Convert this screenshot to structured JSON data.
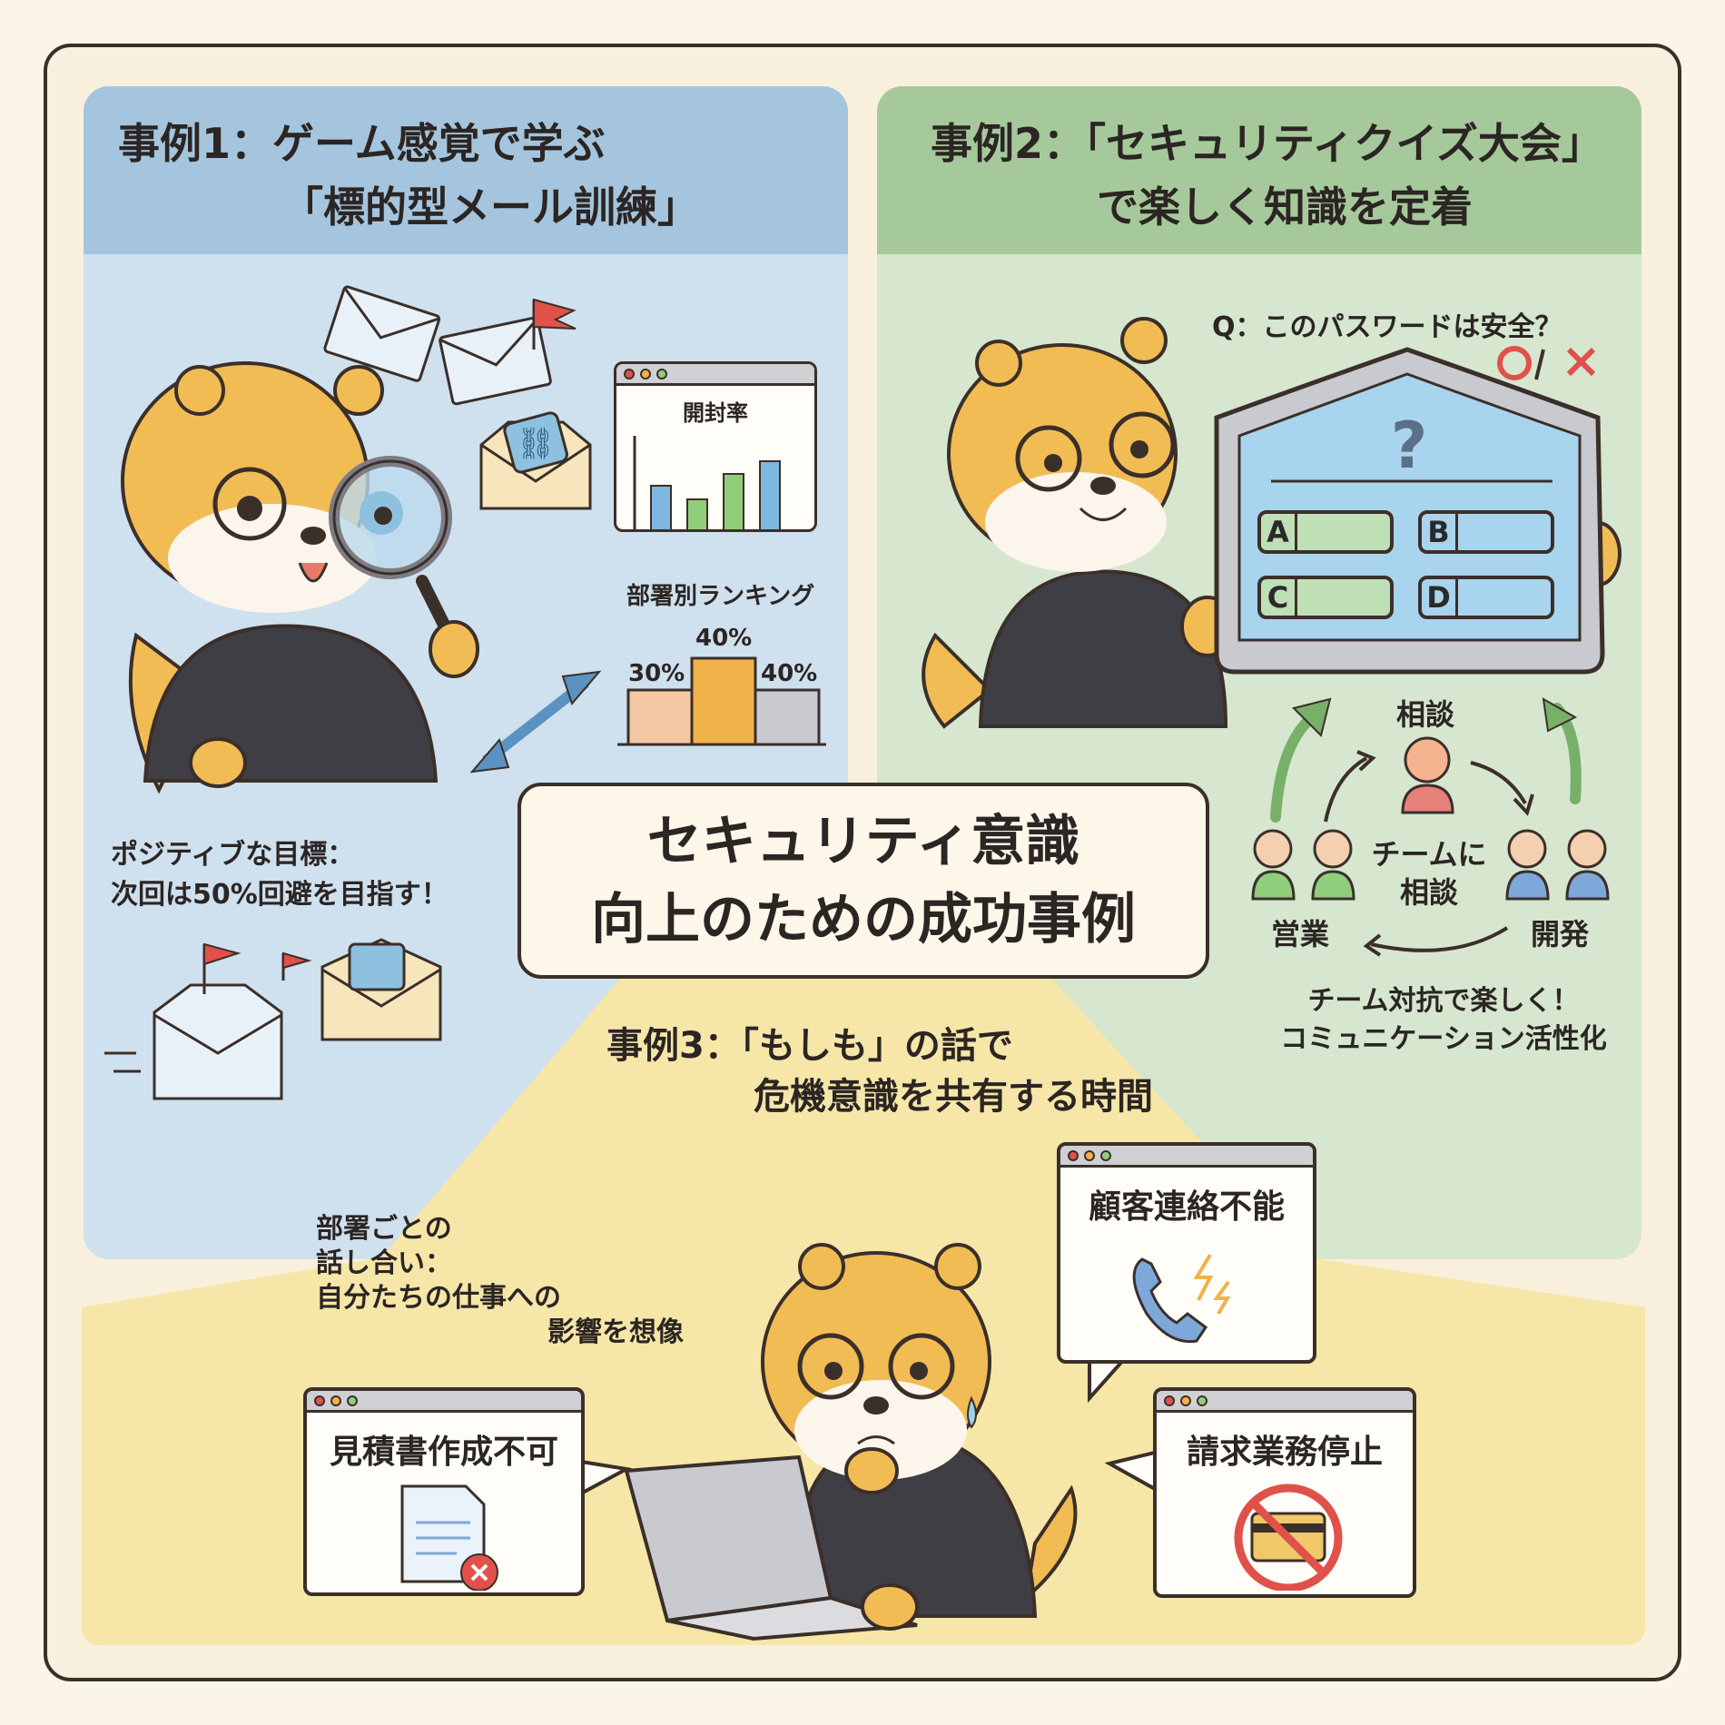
{
  "main_title": {
    "line1": "セキュリティ意識",
    "line2": "向上のための成功事例"
  },
  "case1": {
    "title_line1": "事例1：ゲーム感覚で学ぶ",
    "title_line2": "「標的型メール訓練」",
    "open_rate_label": "開封率",
    "ranking_label": "部署別ランキング",
    "ranking_values": [
      "30%",
      "40%",
      "40%"
    ],
    "goal_line1": "ポジティブな目標：",
    "goal_line2": "次回は50%回避を目指す！"
  },
  "case2": {
    "title_line1": "事例2：「セキュリティクイズ大会」",
    "title_line2": "で楽しく知識を定着",
    "question": "Q：このパスワードは安全？",
    "options": [
      "A",
      "B",
      "C",
      "D"
    ],
    "consult_label": "相談",
    "team_consult": "チームに\n相談",
    "team_consult_l1": "チームに",
    "team_consult_l2": "相談",
    "team_sales": "営業",
    "team_dev": "開発",
    "summary_line1": "チーム対抗で楽しく！",
    "summary_line2": "コミュニケーション活性化"
  },
  "case3": {
    "title_line1": "事例3：「もしも」の話で",
    "title_line2": "危機意識を共有する時間",
    "discussion_line1": "部署ごとの",
    "discussion_line2": "話し合い：",
    "discussion_line3": "自分たちの仕事への",
    "discussion_line4": "影響を想像",
    "bubble_customer": "顧客連絡不能",
    "bubble_quote": "見積書作成不可",
    "bubble_billing": "請求業務停止"
  },
  "colors": {
    "case1_bg": "#cfe0ee",
    "case1_header": "#a4c5dd",
    "case2_bg": "#d6e6cf",
    "case2_header": "#a6c99c",
    "case3_bg": "#f6e6a8",
    "otter": "#f2bc55",
    "outline": "#3b2f2a",
    "alert_red": "#e0514a"
  },
  "icons": [
    "envelope-icon",
    "flag-icon",
    "link-icon",
    "magnifier-icon",
    "shield-icon",
    "question-icon",
    "phone-icon",
    "document-icon",
    "credit-card-icon",
    "laptop-icon",
    "cycle-arrow-icon"
  ]
}
